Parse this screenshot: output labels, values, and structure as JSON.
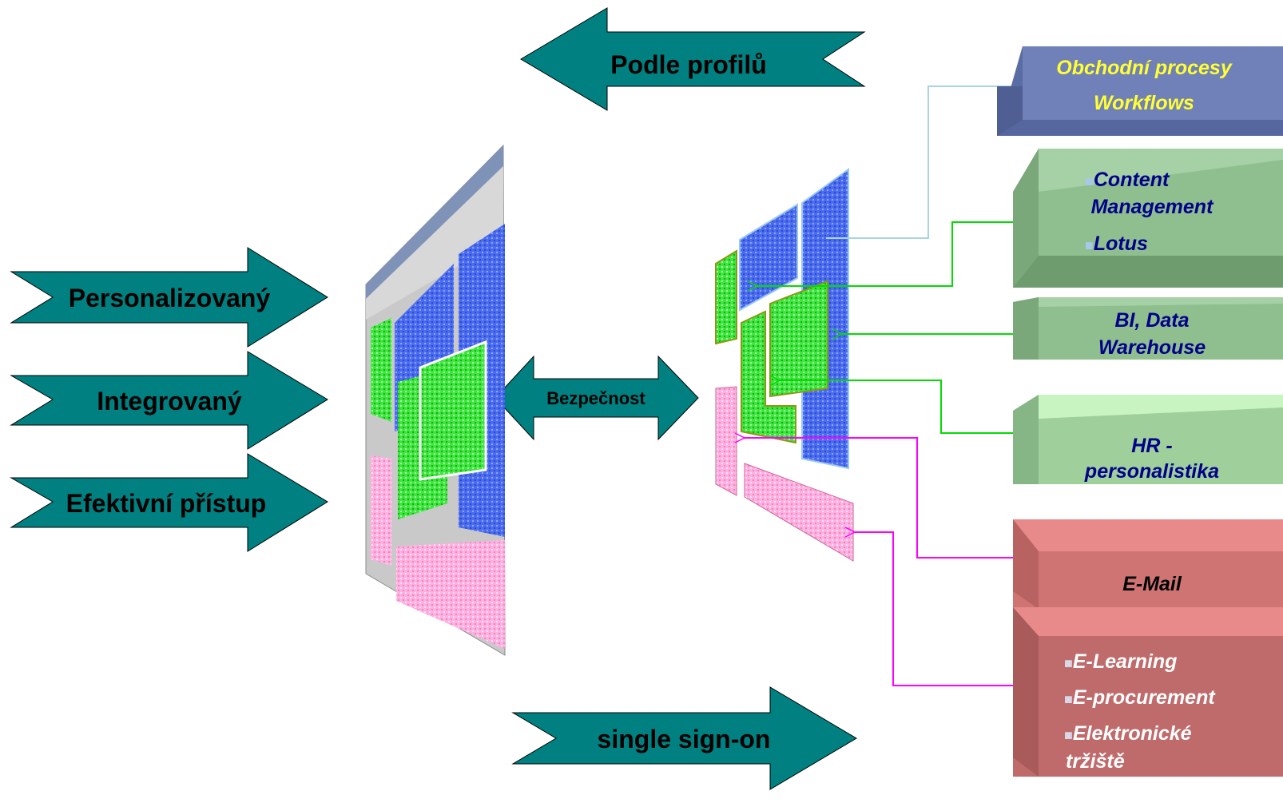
{
  "arrows": {
    "profiles": "Podle profilů",
    "personalized": "Personalizovaný",
    "integrated": "Integrovaný",
    "efficient": "Efektivní přístup",
    "security": "Bezpečnost",
    "sso": "single sign-on"
  },
  "boxes": {
    "workflow": {
      "line1": "Obchodní procesy",
      "line2": "Workflows",
      "text_color": "#ffff33"
    },
    "content": {
      "line1": "Content",
      "line2": "Management",
      "line3": "Lotus",
      "text_color": "#00008b"
    },
    "bi": {
      "line1": "BI, Data",
      "line2": "Warehouse",
      "text_color": "#00008b"
    },
    "hr": {
      "line1": "HR -",
      "line2": "personalistika",
      "text_color": "#00008b"
    },
    "email": {
      "line1": "E-Mail",
      "text_color": "#000000"
    },
    "elearning": {
      "line1": "E-Learning",
      "line2": "E-procurement",
      "line3": "Elektronické",
      "line4": "tržiště",
      "text_color": "#ffffff"
    }
  },
  "bullet": "■",
  "colors": {
    "arrow_fill": "#008080",
    "panel_blue": "#3355ee",
    "panel_green": "#22dd22",
    "panel_pink": "#ffaadd",
    "box_workflow": "#6d7fb6",
    "box_content": "#8fbf8f",
    "box_hr": "#aee6a6",
    "box_email": "#cf7373",
    "connector_blue": "#a8d4e4",
    "connector_green": "#00dd00",
    "connector_magenta": "#ff00ff"
  }
}
